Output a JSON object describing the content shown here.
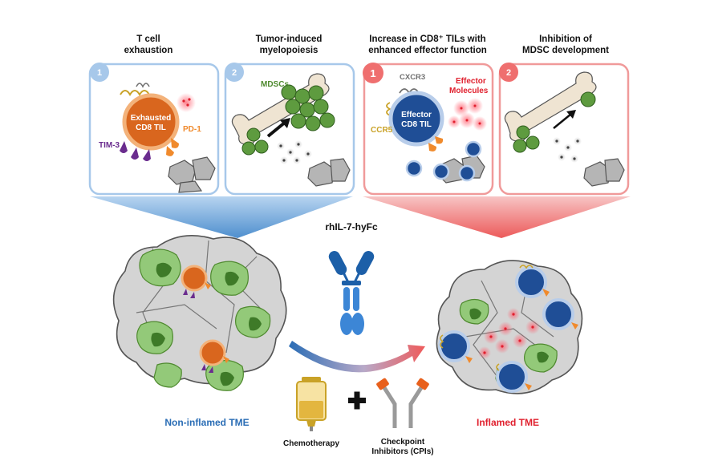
{
  "panels": [
    {
      "heading": [
        "T cell",
        "exhaustion"
      ],
      "badge": "1",
      "frame_color": "#a7c8ea",
      "badge_color": "#a7c8ea"
    },
    {
      "heading": [
        "Tumor-induced",
        "myelopoiesis"
      ],
      "badge": "2",
      "frame_color": "#a7c8ea",
      "badge_color": "#a7c8ea"
    },
    {
      "heading": [
        "Increase in CD8⁺ TILs with",
        "enhanced effector function"
      ],
      "badge": "1",
      "frame_color": "#f09a9a",
      "badge_color": "#ef6f6f"
    },
    {
      "heading": [
        "Inhibition of",
        "MDSC development"
      ],
      "badge": "2",
      "frame_color": "#f09a9a",
      "badge_color": "#ef6f6f"
    }
  ],
  "labels": {
    "exhausted_cell": [
      "Exhausted",
      "CD8 TIL"
    ],
    "tim3": "TIM-3",
    "pd1": "PD-1",
    "mdscs": "MDSCs",
    "cxcr3": "CXCR3",
    "effector_molecules": [
      "Effector",
      "Molecules"
    ],
    "effector_cell": [
      "Effector",
      "CD8 TIL"
    ],
    "ccr5": "CCR5",
    "drug": "rhIL-7-hyFc",
    "non_inflamed": "Non-inflamed TME",
    "inflamed": "Inflamed TME",
    "chemotherapy": "Chemotherapy",
    "checkpoint": [
      "Checkpoint",
      "Inhibitors (CPIs)"
    ]
  },
  "colors": {
    "blue_frame": "#a7c8ea",
    "red_frame": "#f09a9a",
    "exhausted_orange": "#d9661e",
    "effector_navy": "#1f4e96",
    "mdsc_green": "#5e9b3f",
    "tumor_green": "#93c979",
    "tim3_purple": "#6a2c8e",
    "pd1_orange": "#f08a2c",
    "cxcr3_gray": "#707070",
    "ccr5_gold": "#c9a227",
    "effector_red": "#e0202e",
    "non_inflamed_blue": "#2a6db5",
    "inflamed_red": "#e0202e",
    "antibody_blue": "#1c5fa8"
  }
}
